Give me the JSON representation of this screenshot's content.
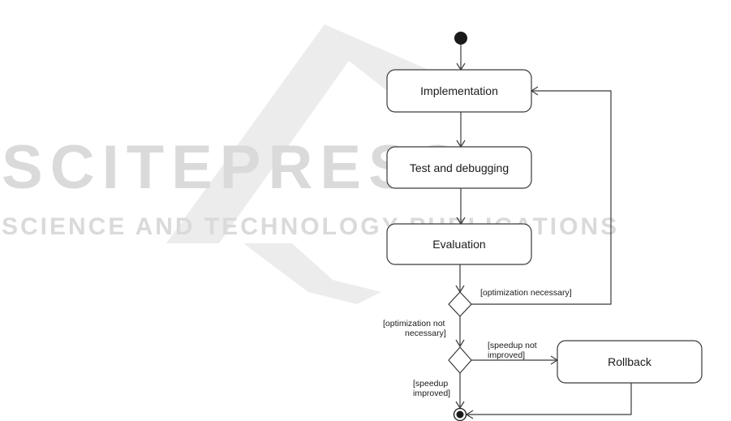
{
  "watermark": {
    "big": "SCITEPRESS",
    "small": "SCIENCE AND TECHNOLOGY PUBLICATIONS"
  },
  "nodes": {
    "implementation": "Implementation",
    "test": "Test and debugging",
    "evaluation": "Evaluation",
    "rollback": "Rollback"
  },
  "guards": {
    "opt_necessary": "[optimization necessary]",
    "opt_not_necessary_1": "[optimization not",
    "opt_not_necessary_2": "necessary]",
    "speedup_not_improved_1": "[speedup not",
    "speedup_not_improved_2": "improved]",
    "speedup_improved_1": "[speedup",
    "speedup_improved_2": "improved]"
  }
}
